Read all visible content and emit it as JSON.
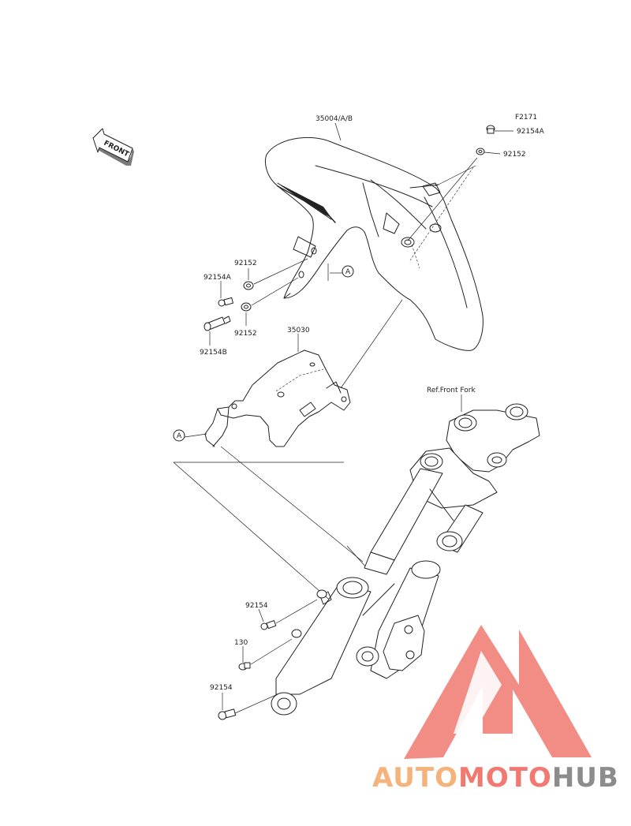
{
  "diagram": {
    "code": "F2171",
    "front_label": "FRONT",
    "callout_letter": "A",
    "parts": {
      "fender": "35004/A/B",
      "bracket": "35030",
      "ref_fork": "Ref.Front Fork",
      "bolt_top": "92154A",
      "washer_top": "92152",
      "washer_left_top": "92152",
      "bolt_left": "92154A",
      "washer_left_bottom": "92152",
      "stud_left": "92154B",
      "bolt_fork_upper": "92154",
      "clamp_130": "130",
      "bolt_fork_lower": "92154"
    }
  },
  "watermark": {
    "part1": "AUTO",
    "part2": "MOTO",
    "part3": "HUB",
    "color_orange": "#f5b27a",
    "color_red": "#f07a72",
    "color_gray": "#8c8c8c"
  }
}
